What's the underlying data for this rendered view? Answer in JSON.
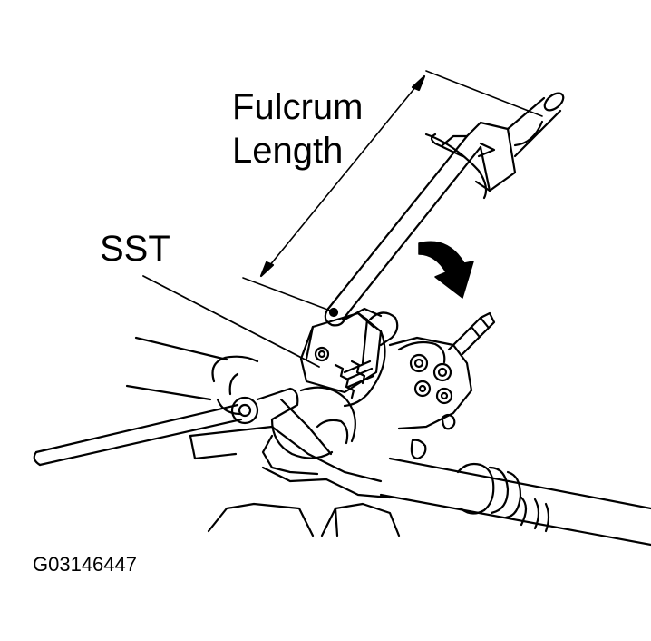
{
  "labels": {
    "fulcrum_line1": "Fulcrum",
    "fulcrum_line2": "Length",
    "sst": "SST",
    "figure_code": "G03146447"
  },
  "colors": {
    "ink": "#000000",
    "paper": "#ffffff"
  },
  "icons": {
    "direction_arrow": "curved-arrow-icon"
  }
}
